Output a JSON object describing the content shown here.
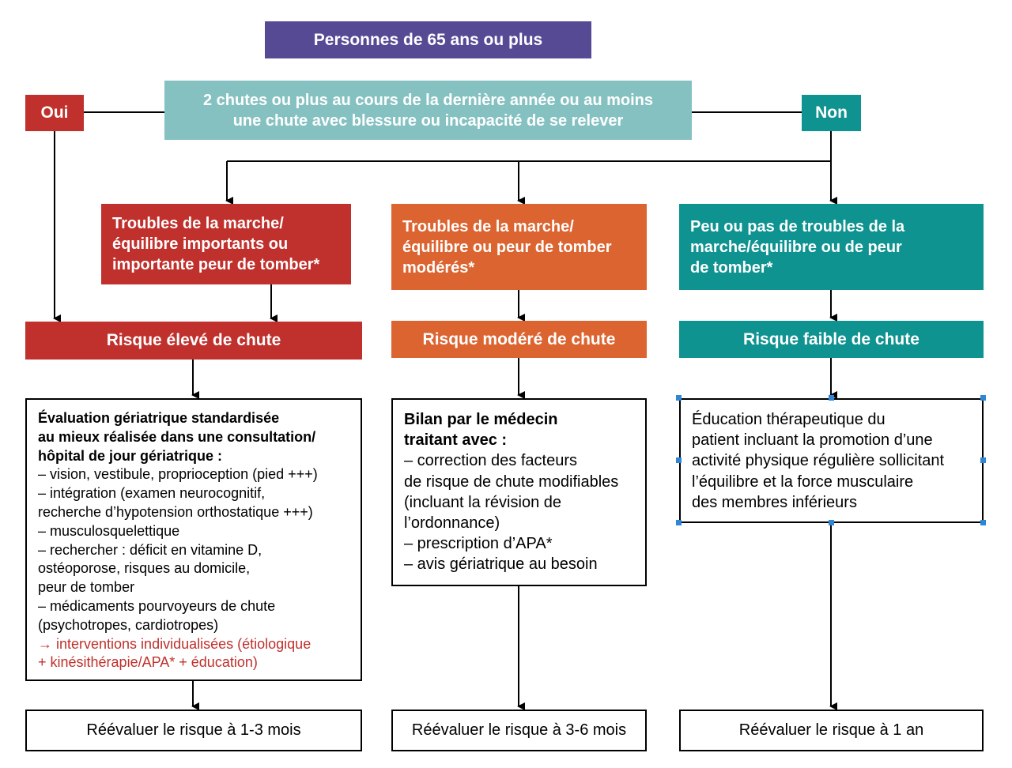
{
  "top": {
    "label": "Personnes de 65 ans ou plus"
  },
  "question": {
    "lines": [
      "2 chutes ou plus au cours de la dernière année ou au moins",
      "une chute avec blessure ou incapacité de se relever"
    ]
  },
  "yes_label": "Oui",
  "no_label": "Non",
  "conditions": {
    "high": {
      "lines": [
        "Troubles de la marche/",
        "équilibre importants ou",
        "importante peur de tomber*"
      ]
    },
    "moderate": {
      "lines": [
        "Troubles de la marche/",
        "équilibre ou peur de tomber",
        "modérés*"
      ]
    },
    "low": {
      "lines": [
        "Peu ou pas de troubles de la",
        "marche/équilibre ou de peur",
        "de tomber*"
      ]
    }
  },
  "risks": {
    "high": "Risque élevé de chute",
    "moderate": "Risque modéré de chute",
    "low": "Risque faible de chute"
  },
  "actions": {
    "high": {
      "heading": [
        "Évaluation gériatrique standardisée",
        "au mieux réalisée dans une consultation/",
        "hôpital de jour gériatrique :"
      ],
      "items": [
        "– vision, vestibule, proprioception (pied +++)",
        "– intégration (examen neurocognitif,",
        "recherche d’hypotension orthostatique +++)",
        "– musculosquelettique",
        "– rechercher : déficit en vitamine D,",
        "ostéoporose, risques au domicile,",
        "peur de tomber",
        "– médicaments pourvoyeurs de chute",
        "(psychotropes, cardiotropes)"
      ],
      "highlight": [
        "→ interventions individualisées (étiologique",
        "+ kinésithérapie/APA* + éducation)"
      ]
    },
    "moderate": {
      "heading": [
        "Bilan par le médecin",
        "traitant avec :"
      ],
      "items": [
        "– correction des facteurs",
        "de risque de chute modifiables",
        "(incluant la révision de",
        "l’ordonnance)",
        "– prescription d’APA*",
        "– avis gériatrique au besoin"
      ]
    },
    "low": {
      "items": [
        "Éducation thérapeutique du",
        "patient incluant la promotion d’une",
        "activité physique régulière sollicitant",
        "l’équilibre et la force musculaire",
        "des membres inférieurs"
      ]
    }
  },
  "reassess": {
    "high": "Réévaluer le risque à 1-3 mois",
    "moderate": "Réévaluer le risque à 3-6 mois",
    "low": "Réévaluer le risque à 1 an"
  },
  "colors": {
    "purple": "#574a95",
    "light_teal": "#86c1c2",
    "red": "#c0302c",
    "orange": "#dc6430",
    "teal": "#0f9390",
    "selection_handle": "#2f86d6"
  }
}
